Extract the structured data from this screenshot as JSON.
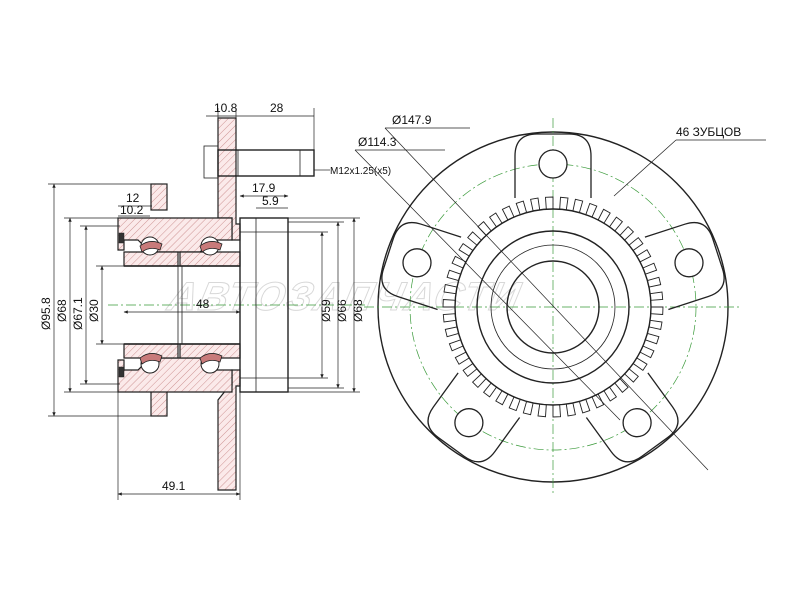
{
  "side_view": {
    "dim_flange_thickness": "10.8",
    "dim_stud_length": "28",
    "stud_thread": "M12x1.25(x5)",
    "dim_hub_offset": "17.9",
    "dim_pilot": "5.9",
    "dim_12": "12",
    "dim_10_2": "10.2",
    "dim_bearing_width": "48",
    "dim_total_length": "49.1",
    "dia_95_8": "Ø95.8",
    "dia_68_left": "Ø68",
    "dia_67_1": "Ø67.1",
    "dia_30": "Ø30",
    "dia_59": "Ø59",
    "dia_66": "Ø66",
    "dia_68_right": "Ø68"
  },
  "front_view": {
    "dia_147_9": "Ø147.9",
    "dia_114_3": "Ø114.3",
    "teeth_label": "46 ЗУБЦОВ",
    "tooth_count": 46,
    "bolt_count": 5
  },
  "watermark": "АВТОЗАПЧАСТИ",
  "colors": {
    "line": "#222222",
    "centerline": "#3a9a3a",
    "seal_fill": "#f2c9c9",
    "hatch": "#c98a8a"
  }
}
